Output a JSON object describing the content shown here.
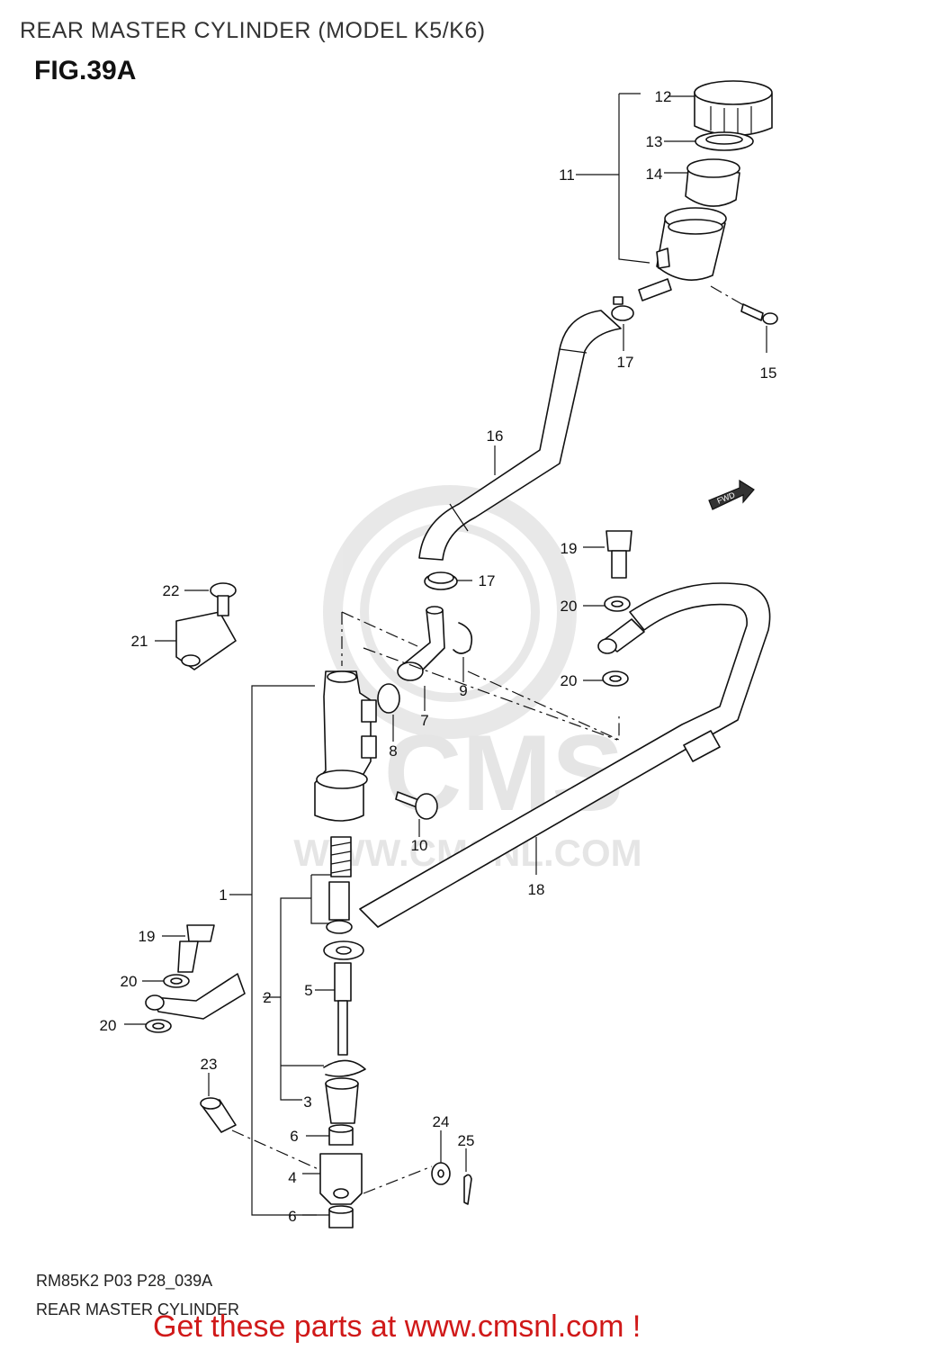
{
  "header": {
    "title": "REAR MASTER CYLINDER (MODEL K5/K6)",
    "figure": "FIG.39A"
  },
  "part_labels": {
    "p1": "1",
    "p2": "2",
    "p3": "3",
    "p4": "4",
    "p5": "5",
    "p6a": "6",
    "p6b": "6",
    "p7": "7",
    "p8": "8",
    "p9": "9",
    "p10": "10",
    "p11": "11",
    "p12": "12",
    "p13": "13",
    "p14": "14",
    "p15": "15",
    "p16": "16",
    "p17a": "17",
    "p17b": "17",
    "p18": "18",
    "p19a": "19",
    "p19b": "19",
    "p20a": "20",
    "p20b": "20",
    "p20c": "20",
    "p20d": "20",
    "p21": "21",
    "p22": "22",
    "p23": "23",
    "p24": "24",
    "p25": "25"
  },
  "fwd_marker": "FWD",
  "watermark": {
    "brand": "CMS",
    "url": "WWW.CMSNL.COM"
  },
  "footer": {
    "code": "RM85K2 P03 P28_039A",
    "caption": "REAR MASTER CYLINDER",
    "cta": "Get these parts at www.cmsnl.com !",
    "cta_color": "#d01919"
  }
}
